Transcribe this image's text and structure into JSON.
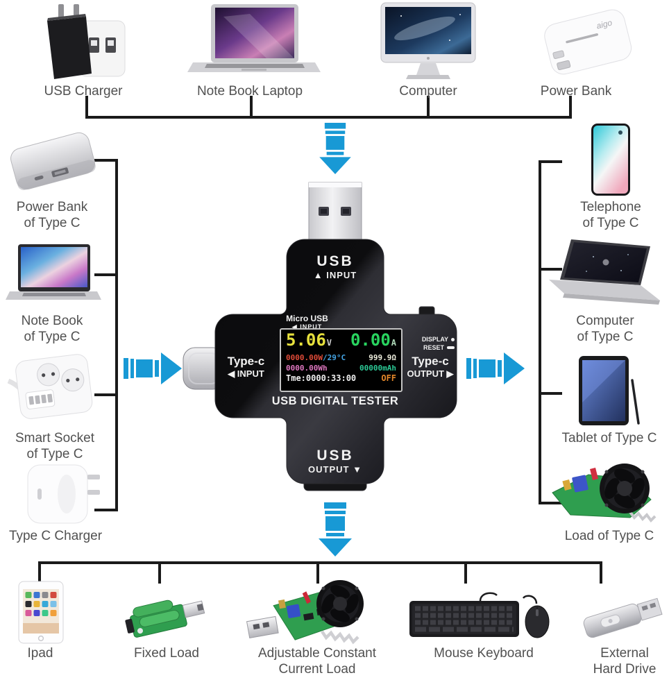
{
  "diagram": {
    "top": [
      {
        "label": "USB Charger"
      },
      {
        "label": "Note Book Laptop"
      },
      {
        "label": "Computer"
      },
      {
        "label": "Power Bank"
      }
    ],
    "left": [
      {
        "label": "Power Bank",
        "label2": "of Type C"
      },
      {
        "label": "Note Book",
        "label2": "of Type C"
      },
      {
        "label": "Smart Socket",
        "label2": "of Type C"
      },
      {
        "label": "Type C Charger"
      }
    ],
    "right": [
      {
        "label": "Telephone",
        "label2": "of Type C"
      },
      {
        "label": "Computer",
        "label2": "of Type C"
      },
      {
        "label": "Tablet of Type C"
      },
      {
        "label": "Load of Type C"
      }
    ],
    "bottom": [
      {
        "label": "Ipad"
      },
      {
        "label": "Fixed Load"
      },
      {
        "label": "Adjustable Constant",
        "label2": "Current Load"
      },
      {
        "label": "Mouse Keyboard"
      },
      {
        "label": "External",
        "label2": "Hard Drive"
      }
    ],
    "power_bank_brand": "aigo"
  },
  "tester": {
    "name": "USB DIGITAL TESTER",
    "usb_in": {
      "title": "USB",
      "sub": "▲ INPUT"
    },
    "usb_out": {
      "title": "USB",
      "sub": "OUTPUT ▼"
    },
    "typec_in": {
      "title": "Type-c",
      "sub": "◀ INPUT"
    },
    "typec_out": {
      "title": "Type-c",
      "sub": "OUTPUT ▶"
    },
    "micro_in": {
      "title": "Micro USB",
      "sub": "◀ INPUT"
    },
    "display_btn": "DISPLAY",
    "reset_btn": "RESET",
    "screen": {
      "voltage": "5.06",
      "voltage_unit": "V",
      "current": "0.00",
      "current_unit": "A",
      "power": "0000.00W",
      "temperature": "/29°C",
      "resistance": "999.9Ω",
      "energy": "0000.00Wh",
      "capacity": "00000mAh",
      "time_label": "Tme:0000:33:00",
      "output_state": "OFF"
    }
  },
  "colors": {
    "arrow_blue": "#1899d5",
    "connector_line": "#1a1a1a",
    "label_gray": "#515151",
    "screen_voltage": "#e6e03c",
    "screen_current": "#29d45f",
    "screen_power": "#e04b38",
    "screen_temp": "#44a4e4",
    "screen_resistance": "#eeeedd",
    "screen_energy": "#df77c0",
    "screen_capacity": "#2cc996",
    "screen_time": "#efefef",
    "screen_off": "#e2862a"
  }
}
